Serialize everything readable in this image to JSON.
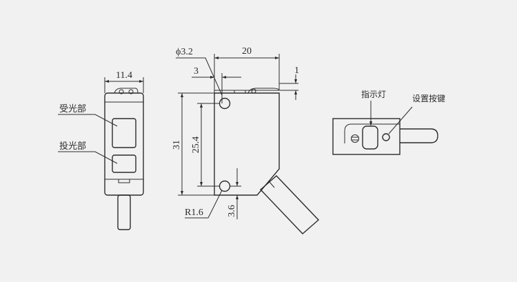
{
  "front_view": {
    "width_dim": "11.4",
    "receiver_label": "受光部",
    "emitter_label": "投光部"
  },
  "side_view": {
    "hole_dia": "ϕ3.2",
    "length_dim": "20",
    "hole_offset": "3",
    "step_dim": "1",
    "height_dim": "31",
    "hole_spacing": "25.4",
    "radius_dim": "R1.6",
    "bottom_offset": "3.6"
  },
  "top_view": {
    "indicator_label": "指示灯",
    "button_label": "设置按键"
  }
}
